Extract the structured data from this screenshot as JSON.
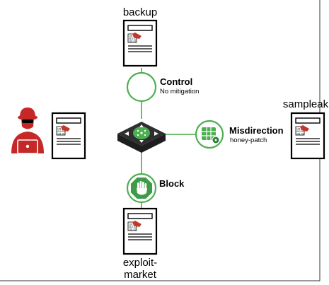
{
  "servers": {
    "top": {
      "label": "backup"
    },
    "right": {
      "label": "sampleak"
    },
    "bottom": {
      "label_line1": "exploit-",
      "label_line2": "market"
    }
  },
  "branches": {
    "control": {
      "title": "Control",
      "subtitle": "No mitigation",
      "icon": "empty-circle-icon"
    },
    "misdirection": {
      "title": "Misdirection",
      "subtitle": "honey-patch",
      "icon": "honeypatch-grid-icon"
    },
    "block": {
      "title": "Block",
      "icon": "stop-hand-icon"
    }
  },
  "center": {
    "icon": "router-switch-icon"
  },
  "attacker": {
    "icon": "hacker-icon"
  },
  "colors": {
    "link": "#5cb85c",
    "circle_border": "#4caf50",
    "block_fill": "#3e9b48",
    "attacker": "#c62828",
    "switch": "#1e1e1e",
    "doc_flag": "#c0392b"
  }
}
